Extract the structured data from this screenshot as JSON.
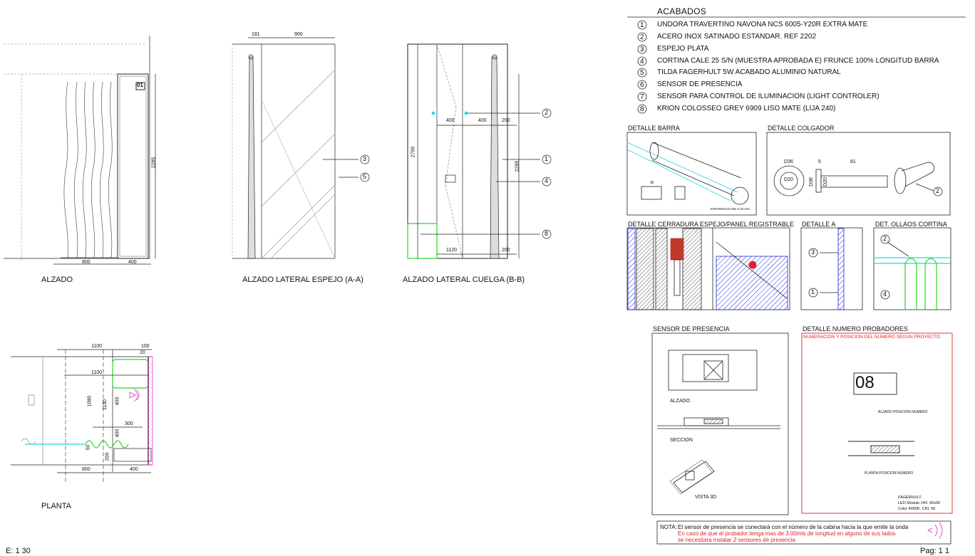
{
  "finishes": {
    "title": "ACABADOS",
    "items": [
      {
        "num": "1",
        "text": "UNDORA TRAVERTINO NAVONA NCS 6005-Y20R EXTRA MATE"
      },
      {
        "num": "2",
        "text": "ACERO INOX SATINADO ESTANDAR. REF 2202"
      },
      {
        "num": "3",
        "text": "ESPEJO PLATA"
      },
      {
        "num": "4",
        "text": "CORTINA CALE 25 S/N (MUESTRA APROBADA E) FRUNCE 100% LONGITUD BARRA"
      },
      {
        "num": "5",
        "text": "TILDA FAGERHULT 5W ACABADO ALUMINIO NATURAL"
      },
      {
        "num": "6",
        "text": "SENSOR DE PRESENCIA"
      },
      {
        "num": "7",
        "text": "SENSOR PARA CONTROL DE ILUMINACION (LIGHT CONTROLER)"
      },
      {
        "num": "8",
        "text": "KRION COLOSSEO GREY 6909 LISO MATE (LIJA 240)"
      }
    ]
  },
  "views": {
    "alzado": "ALZADO",
    "lateral_espejo": "ALZADO LATERAL ESPEJO (A-A)",
    "lateral_cuelga": "ALZADO LATERAL CUELGA (B-B)",
    "planta": "PLANTA"
  },
  "details": {
    "barra": "DETALLE BARRA",
    "colgador": "DETALLE COLGADOR",
    "cerradura": "DETALLE CERRADURA ESPEJO/PANEL REGISTRABLE",
    "detalle_a": "DETALLE A",
    "ollaos": "DET. OLLAOS CORTINA",
    "sensor": "SENSOR DE PRESENCIA",
    "numero": "DETALLE NUMERO PROBADORES",
    "numero_sub": "NUMERACION Y POSICION DEL NUMERO SEGUN PROYECTO",
    "sensor_alzado": "ALZADO",
    "sensor_seccion": "SECCION",
    "sensor_vista": "VISTA 3D",
    "numero_sample": "08",
    "numero_alzado_pos": "ALZADO POSICION NUMERO",
    "numero_planta_pos": "PLANTA POSICION NUMERO",
    "fagerhult_1": "FAGERHULT.",
    "fagerhult_2": "LED Module 24V. 90x90",
    "fagerhult_3": "Color 4000K. CRI. 90."
  },
  "dims": {
    "alzado_800": "800",
    "alzado_400": "400",
    "alzado_2285": "2285",
    "espejo_181": "181",
    "espejo_900": "900",
    "cuelga_2700": "2700",
    "cuelga_2285": "2285",
    "cuelga_400a": "400",
    "cuelga_400b": "400",
    "cuelga_200a": "200",
    "cuelga_1120": "1120",
    "cuelga_200b": "200",
    "planta_1100": "1100",
    "planta_100": "100",
    "planta_20": "20",
    "planta_1100b": "1100",
    "planta_1080": "1080",
    "planta_1130": "1130",
    "planta_400a": "400",
    "planta_300": "300",
    "planta_400b": "400",
    "planta_50": "50",
    "planta_200": "200",
    "planta_800": "800",
    "planta_400c": "400",
    "cabin_number": "01",
    "colgador_d36": "D36",
    "colgador_5": "5",
    "colgador_81": "81",
    "colgador_d20": "D20",
    "colgador_d36b": "D36",
    "colgador_d20b": "D20",
    "barra_35": "35",
    "barra_esparrago": "ESPARRAGO M5 X 20 mm"
  },
  "note": {
    "prefix": "NOTA:",
    "line1": "El sensor de presencia se conectará con el número de la cabina hacia la que emite la onda",
    "line2": "En caso de que el probador tenga mas de 3.00mts de longitud en alguno de sus lados",
    "line3": "se necesitara instalar 2 sensores de presencia"
  },
  "footer": {
    "scale": "E: 1 30",
    "page": "Pag: 1 1"
  },
  "colors": {
    "cyan": "#1ed8e0",
    "green": "#22d822",
    "magenta": "#e020c8",
    "blue": "#1d2bd8",
    "red": "#e0202a"
  }
}
